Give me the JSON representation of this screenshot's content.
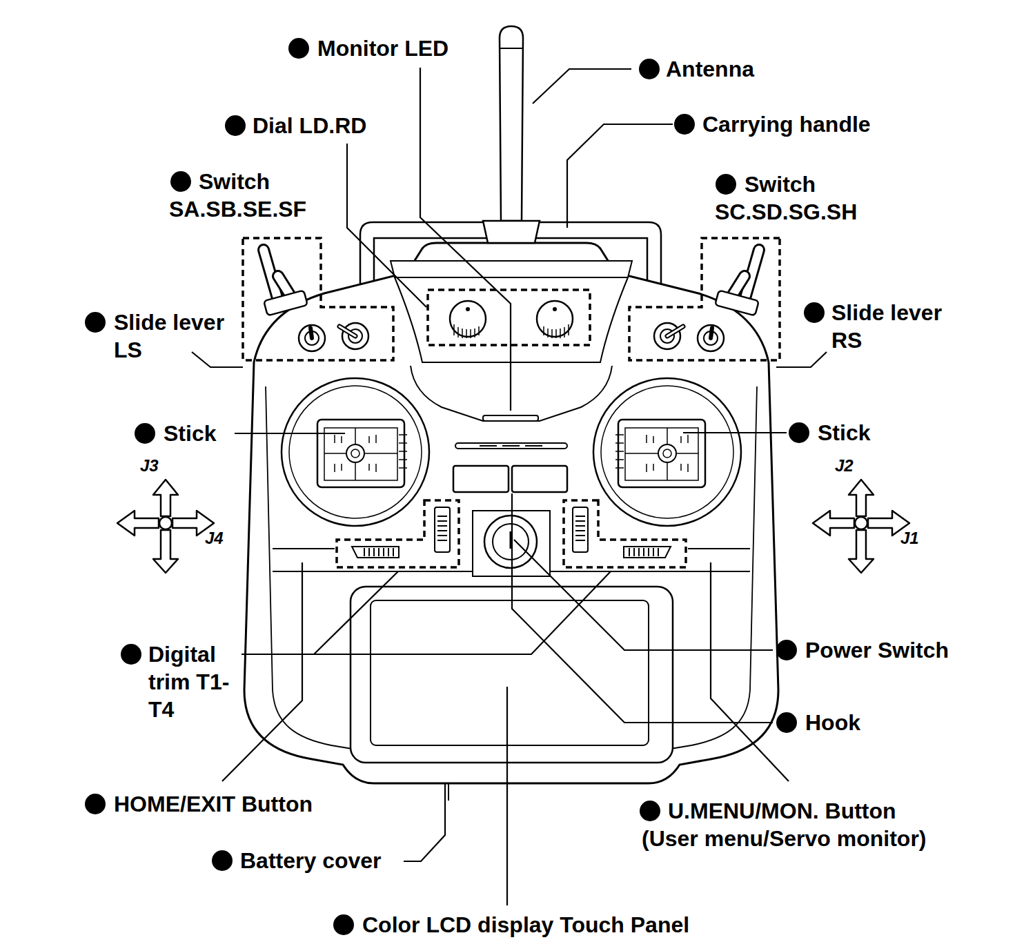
{
  "diagram": {
    "labels": [
      "Monitor LED",
      "Antenna",
      "Carrying handle",
      "Dial LD.RD",
      "Switch SA.SB.SE.SF",
      "Switch SC.SD.SG.SH",
      "Slide lever LS",
      "Slide lever RS",
      "Stick",
      "Stick",
      "J3",
      "J2",
      "J4",
      "J1",
      "Power Switch",
      "Digital trim T1-T4",
      "Hook",
      "HOME/EXIT Button",
      "U.MENU/MON. Button (User menu/Servo monitor)",
      "Battery cover",
      "Color LCD display Touch Panel"
    ]
  }
}
